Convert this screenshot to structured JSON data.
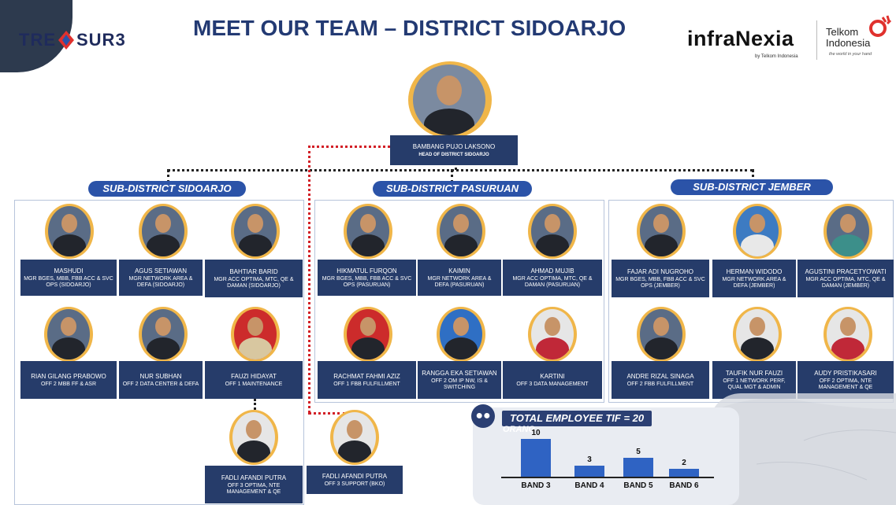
{
  "header": {
    "logo_left_a": "TRE",
    "logo_left_b": "SUR3",
    "title": "MEET OUR TEAM – DISTRICT SIDOARJO",
    "logo_infra": "infraNexia",
    "logo_infra_sub": "by Telkom Indonesia",
    "logo_telkom": "Telkom Indonesia",
    "logo_telkom_sub": "the world in your hand"
  },
  "head": {
    "name": "BAMBANG PUJO LAKSONO",
    "role": "HEAD OF DISTRICT SIDOARJO"
  },
  "districts": [
    {
      "title": "SUB-DISTRICT SIDOARJO"
    },
    {
      "title": "SUB-DISTRICT PASURUAN"
    },
    {
      "title": "SUB-DISTRICT JEMBER"
    }
  ],
  "people": {
    "p1": {
      "name": "MASHUDI",
      "role": "MGR BGES, MBB, FBB ACC & SVC OPS (SIDOARJO)"
    },
    "p2": {
      "name": "AGUS SETIAWAN",
      "role": "MGR NETWORK AREA & DEFA (SIDOARJO)"
    },
    "p3": {
      "name": "BAHTIAR BARID",
      "role": "MGR ACC OPTIMA, MTC, QE & DAMAN (SIDOARJO)"
    },
    "p4": {
      "name": "HIKMATUL FURQON",
      "role": "MGR BGES, MBB, FBB ACC & SVC OPS (PASURUAN)"
    },
    "p5": {
      "name": "KAIMIN",
      "role": "MGR NETWORK AREA & DEFA (PASURUAN)"
    },
    "p6": {
      "name": "AHMAD MUJIB",
      "role": "MGR ACC OPTIMA, MTC, QE & DAMAN (PASURUAN)"
    },
    "p7": {
      "name": "FAJAR ADI NUGROHO",
      "role": "MGR BGES, MBB, FBB ACC & SVC OPS (JEMBER)"
    },
    "p8": {
      "name": "HERMAN WIDODO",
      "role": "MGR NETWORK AREA & DEFA (JEMBER)"
    },
    "p9": {
      "name": "AGUSTINI PRACETYOWATI",
      "role": "MGR ACC OPTIMA, MTC, QE & DAMAN (JEMBER)"
    },
    "p10": {
      "name": "RIAN GILANG PRABOWO",
      "role": "OFF 2 MBB FF & ASR"
    },
    "p11": {
      "name": "NUR SUBHAN",
      "role": "OFF 2 DATA CENTER & DEFA"
    },
    "p12": {
      "name": "FAUZI HIDAYAT",
      "role": "OFF 1 MAINTENANCE"
    },
    "p13": {
      "name": "RACHMAT FAHMI AZIZ",
      "role": "OFF 1 FBB FULFILLMENT"
    },
    "p14": {
      "name": "RANGGA EKA SETIAWAN",
      "role": "OFF 2 OM IP NW, IS & SWITCHING"
    },
    "p15": {
      "name": "KARTINI",
      "role": "OFF 3 DATA MANAGEMENT"
    },
    "p16": {
      "name": "ANDRE RIZAL SINAGA",
      "role": "OFF 2 FBB FULFILLMENT"
    },
    "p17": {
      "name": "TAUFIK NUR FAUZI",
      "role": "OFF 1 NETWORK PERF, QUAL MGT & ADMIN"
    },
    "p18": {
      "name": "AUDY PRISTIKASARI",
      "role": "OFF 2 OPTIMA, NTE MANAGEMENT & QE"
    },
    "p19": {
      "name": "FADLI AFANDI PUTRA",
      "role": "OFF 3 OPTIMA, NTE MANAGEMENT & QE"
    },
    "p20": {
      "name": "FADLI AFANDI PUTRA",
      "role": "OFF 3 SUPPORT (BKO)"
    }
  },
  "stats": {
    "title": "TOTAL EMPLOYEE TIF = 20",
    "subtitle": "ORANG",
    "icon": "people-icon"
  },
  "chart_data": {
    "type": "bar",
    "categories": [
      "BAND 3",
      "BAND 4",
      "BAND 5",
      "BAND 6"
    ],
    "values": [
      10,
      3,
      5,
      2
    ],
    "title": "TOTAL EMPLOYEE TIF = 20",
    "color": "#2f63c3"
  }
}
